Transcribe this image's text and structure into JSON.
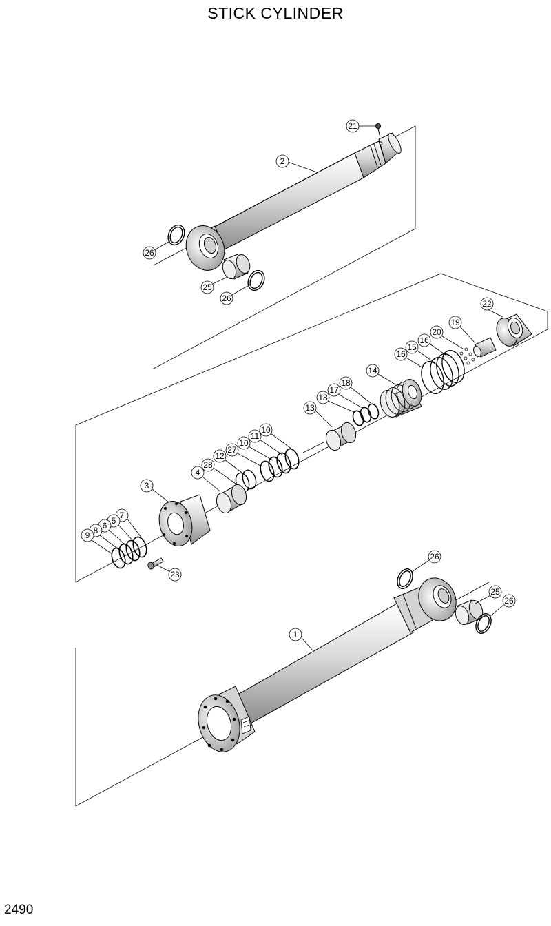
{
  "title": "STICK CYLINDER",
  "page_number": "2490",
  "callouts": {
    "c21": "21",
    "c2": "2",
    "c26a": "26",
    "c25a": "25",
    "c26b": "26",
    "c22": "22",
    "c19": "19",
    "c20": "20",
    "c16a": "16",
    "c15": "15",
    "c16b": "16",
    "c14": "14",
    "c18a": "18",
    "c17": "17",
    "c18b": "18",
    "c13": "13",
    "c10a": "10",
    "c11": "11",
    "c10b": "10",
    "c27": "27",
    "c12": "12",
    "c28": "28",
    "c4": "4",
    "c3": "3",
    "c7": "7",
    "c5": "5",
    "c6": "6",
    "c8": "8",
    "c9": "9",
    "c23": "23",
    "c26c": "26",
    "c25b": "25",
    "c26d": "26",
    "c1": "1"
  },
  "icons": {
    "part_mark": "part-id-mark-icon"
  }
}
